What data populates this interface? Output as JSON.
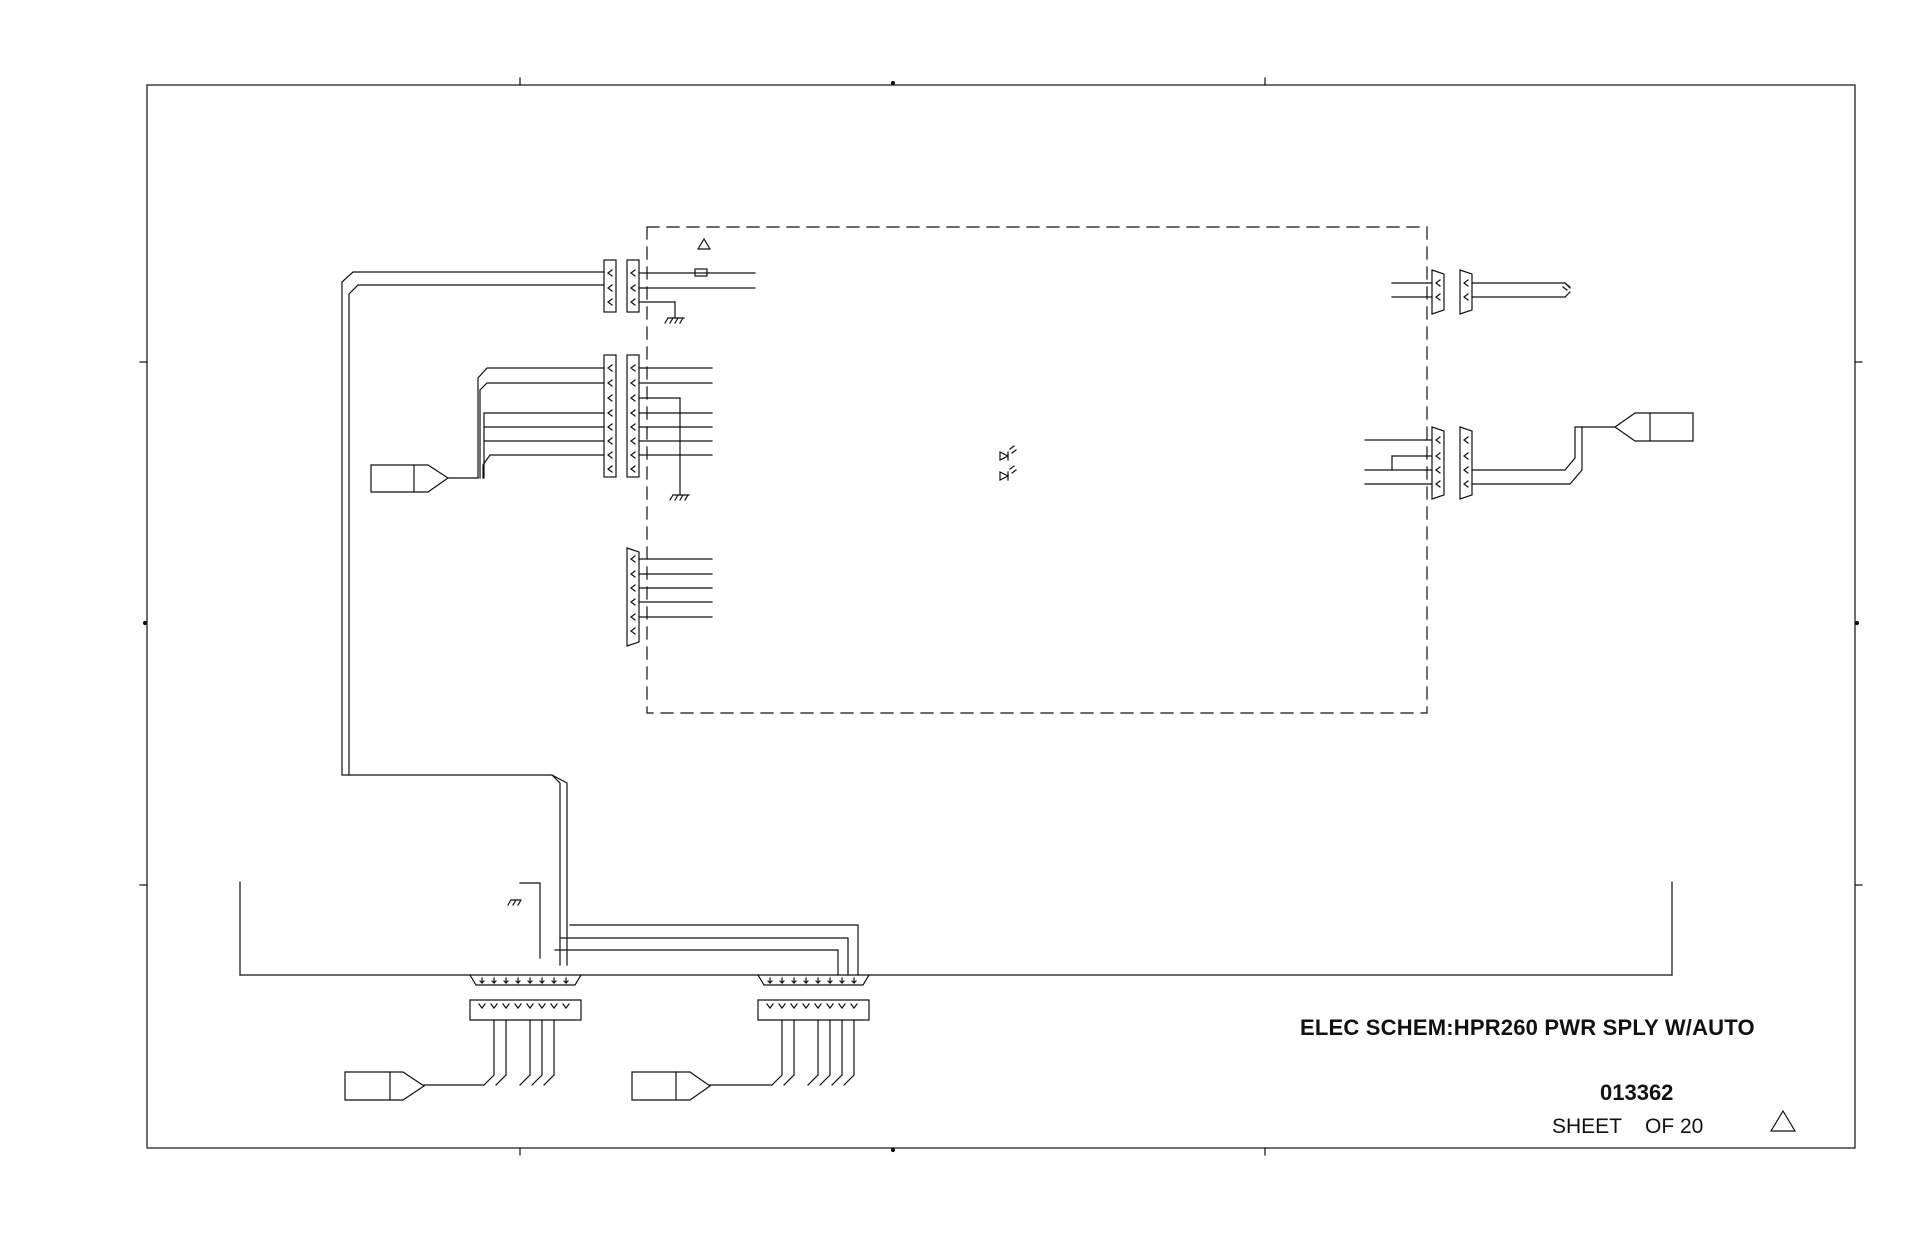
{
  "title_block": {
    "title": "ELEC SCHEM:HPR260 PWR SPLY W/AUTO",
    "drawing_number": "013362",
    "sheet_label": "SHEET",
    "sheet_total": "OF 20"
  }
}
